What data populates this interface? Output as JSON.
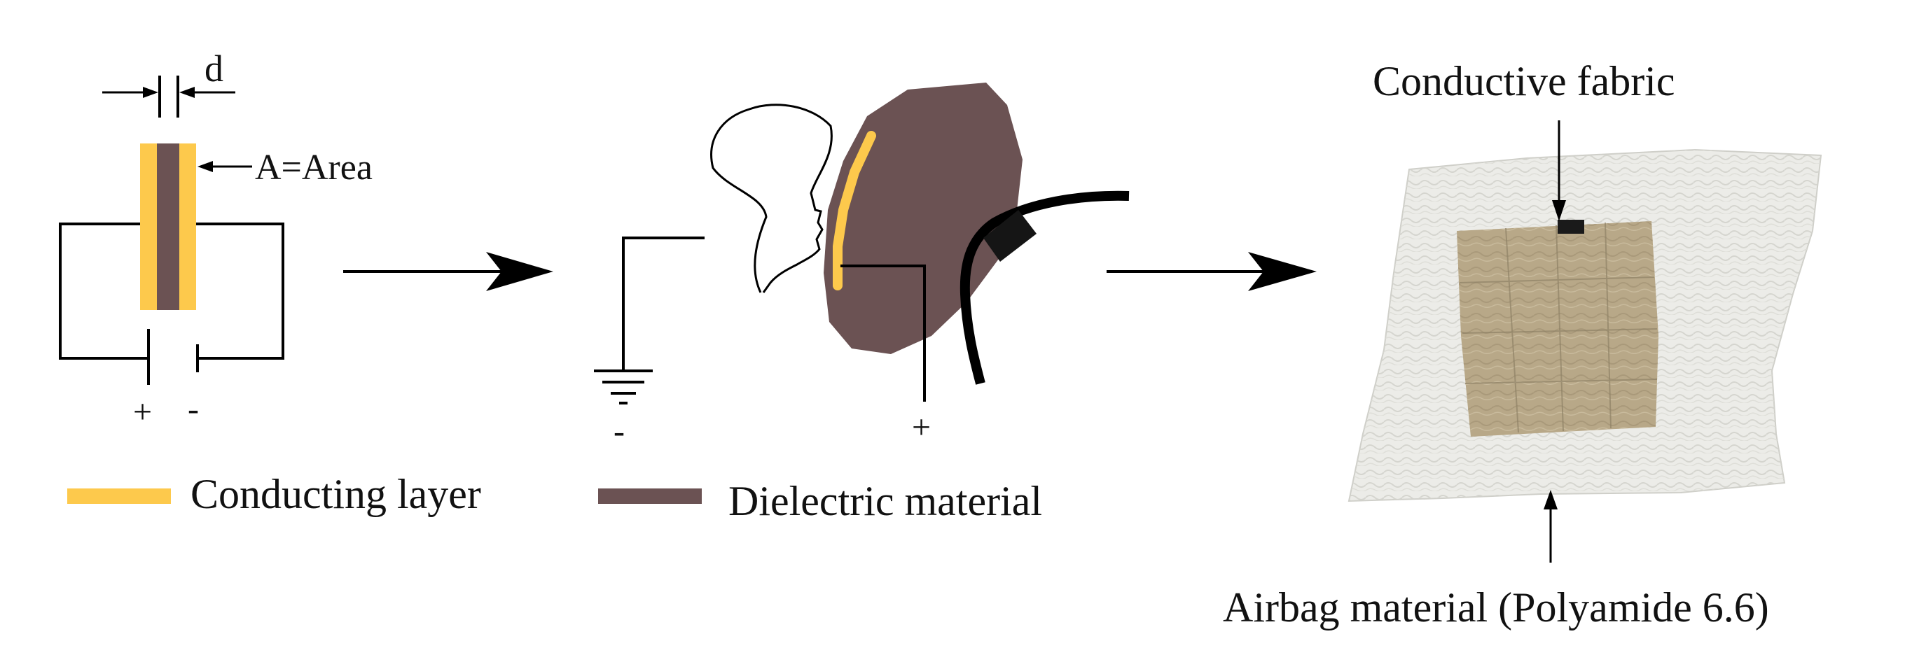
{
  "colors": {
    "conducting": "#FDC94C",
    "dielectric": "#6B5253",
    "line": "#000000",
    "fabric_white": "#ECECE8",
    "fabric_gold": "#B8A888",
    "connector": "#151515"
  },
  "capacitor": {
    "gap_label": "d",
    "area_label": "A=Area",
    "plus": "+",
    "minus": "-"
  },
  "legend": {
    "conducting_label": "Conducting layer",
    "dielectric_label": "Dielectric material"
  },
  "head_circuit": {
    "ground_sign": "-",
    "positive_sign": "+"
  },
  "photo": {
    "conductive_label": "Conductive fabric",
    "airbag_label": "Airbag material (Polyamide 6.6)"
  }
}
